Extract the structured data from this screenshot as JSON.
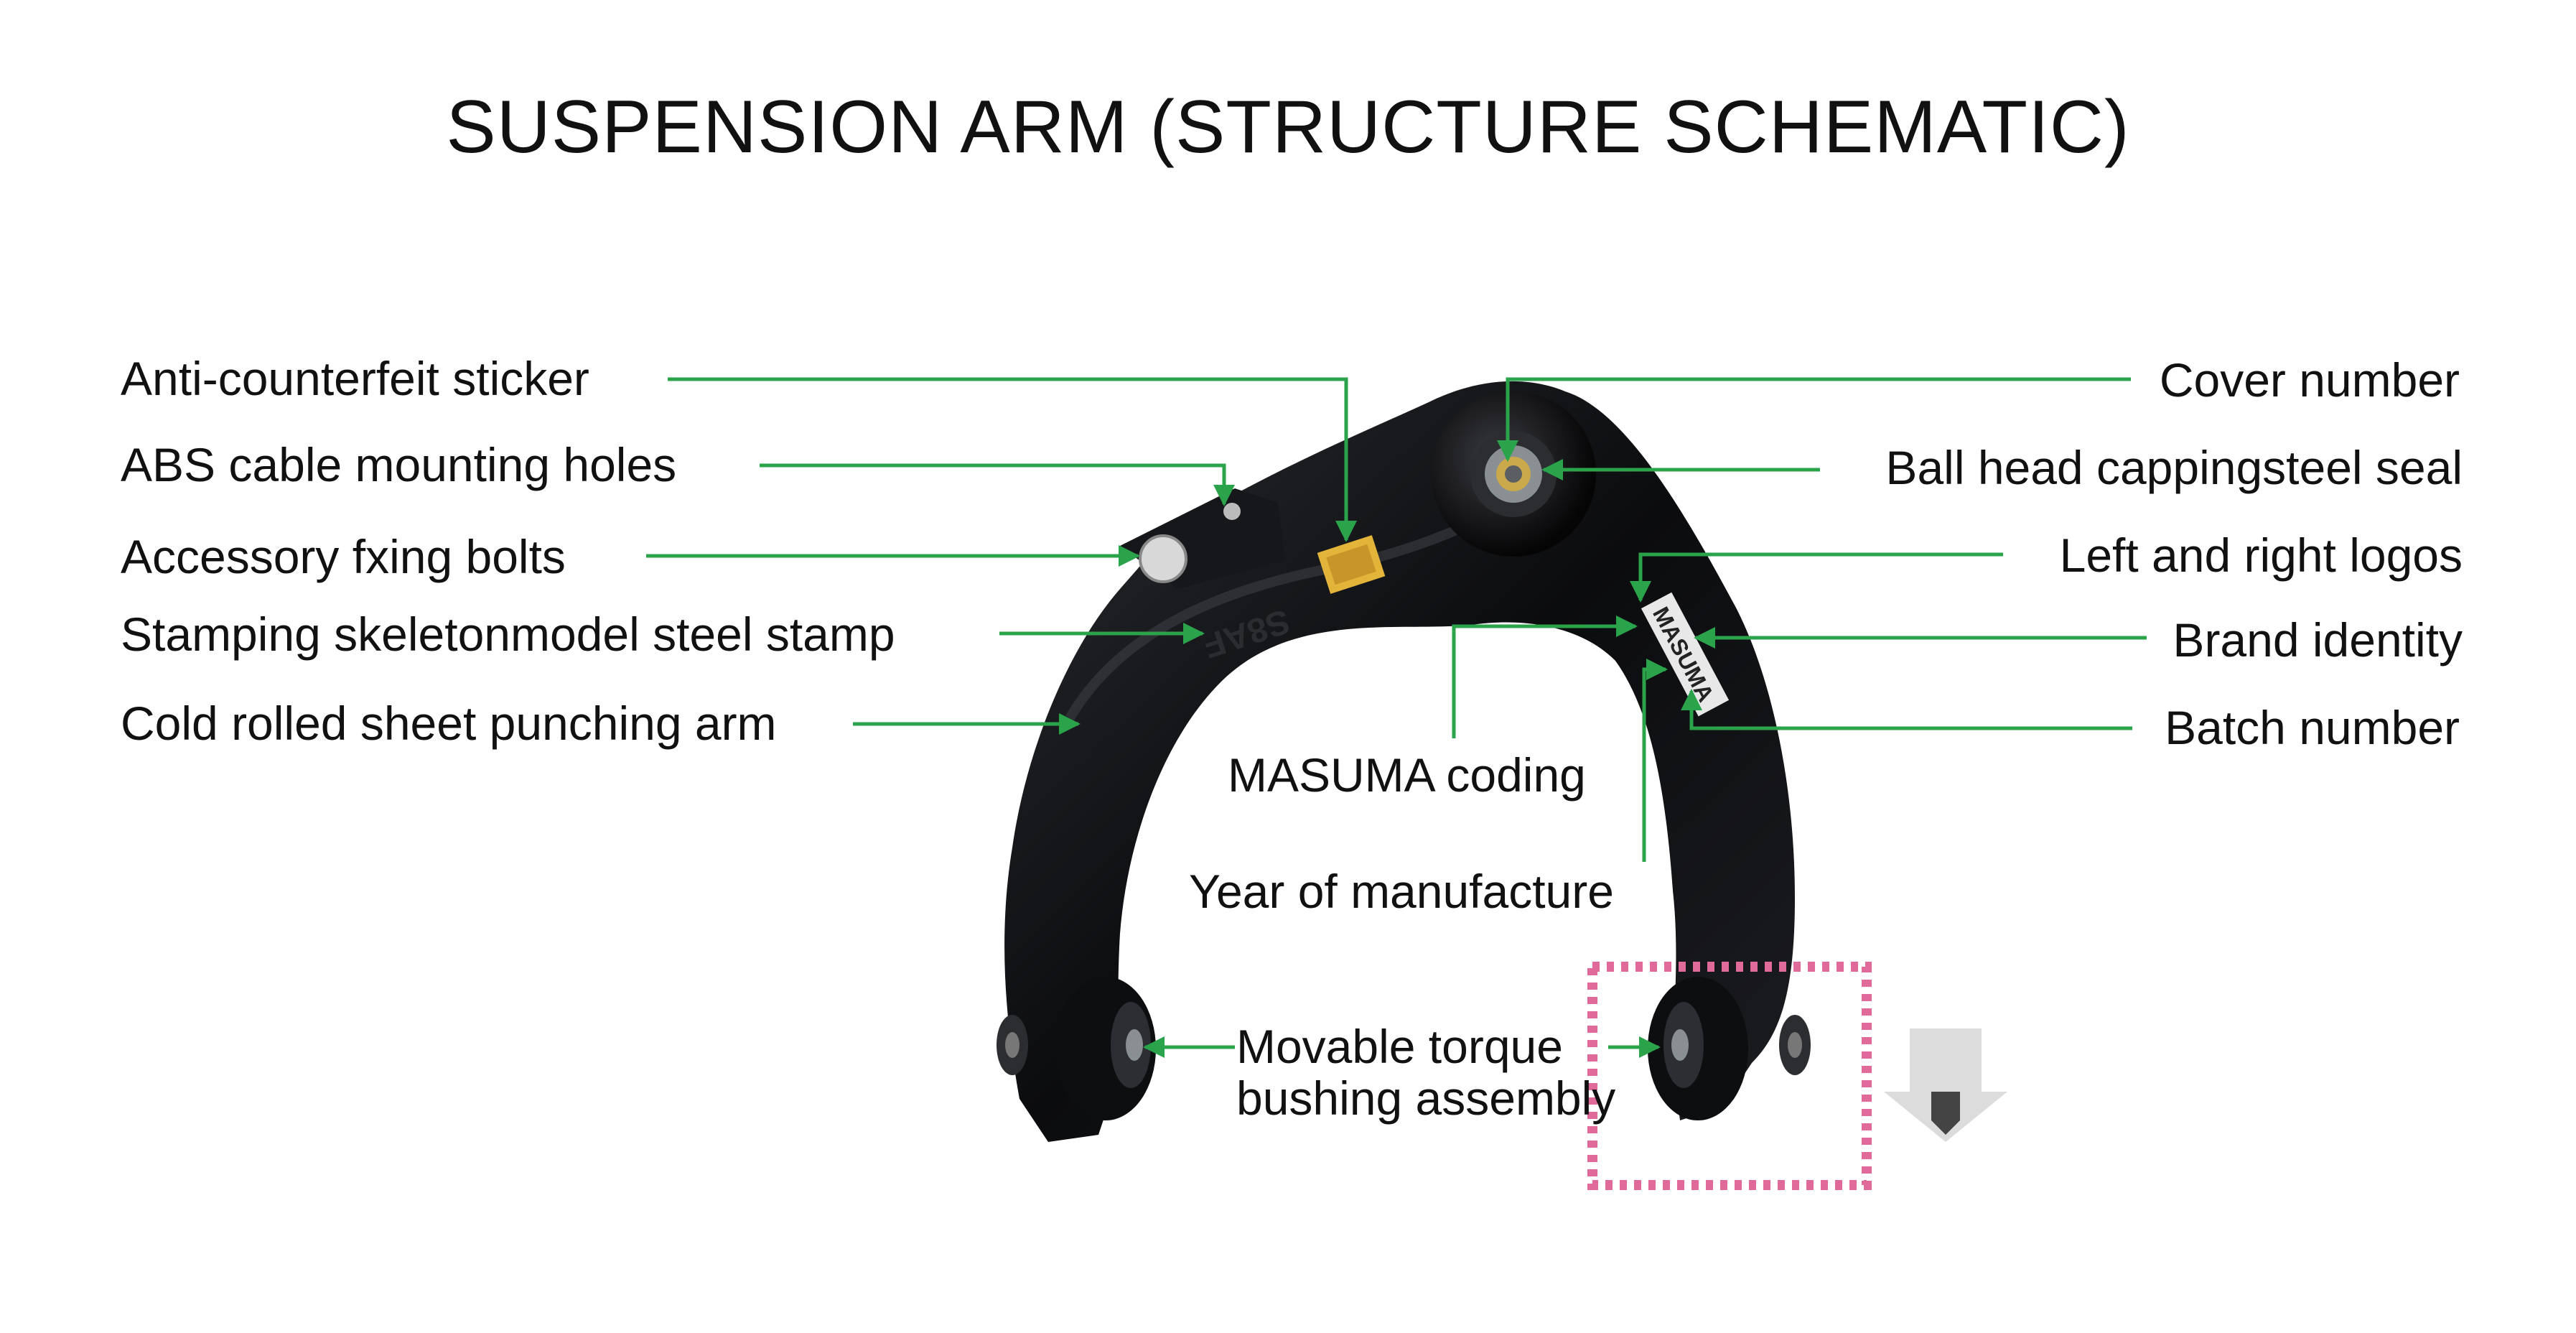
{
  "title": "SUSPENSION ARM (STRUCTURE SCHEMATIC)",
  "labels": {
    "anti_counterfeit": "Anti-counterfeit sticker",
    "abs_holes": "ABS cable mounting holes",
    "accessory_bolts": "Accessory fxing bolts",
    "stamping": "Stamping skeletonmodel steel stamp",
    "cold_rolled": "Cold rolled sheet punching arm",
    "cover_number": "Cover number",
    "ball_head": "Ball head cappingsteel seal",
    "left_right_logos": "Left and right logos",
    "brand_identity": "Brand identity",
    "batch_number": "Batch number",
    "masuma_coding": "MASUMA coding",
    "year": "Year of manufacture",
    "bushing_line1": "Movable torque",
    "bushing_line2": "bushing assembly"
  },
  "part_marks": {
    "stamp_text": "S8AF",
    "brand_tag": "MASUMA"
  },
  "colors": {
    "leader": "#2aa34a",
    "highlight_box": "#e06a9a",
    "arm": "#0e0f12"
  }
}
